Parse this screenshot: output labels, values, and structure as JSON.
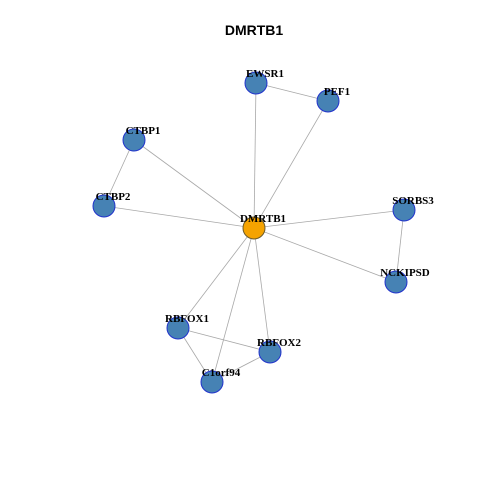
{
  "title": "DMRTB1",
  "colors": {
    "hub_fill": "#f5a300",
    "node_fill": "#4682b4",
    "edge": "#a8a8a8"
  },
  "nodes": [
    {
      "id": "DMRTB1",
      "label": "DMRTB1",
      "hub": true
    },
    {
      "id": "EWSR1",
      "label": "EWSR1"
    },
    {
      "id": "PEF1",
      "label": "PEF1"
    },
    {
      "id": "CTBP1",
      "label": "CTBP1"
    },
    {
      "id": "CTBP2",
      "label": "CTBP2"
    },
    {
      "id": "SORBS3",
      "label": "SORBS3"
    },
    {
      "id": "NCKIPSD",
      "label": "NCKIPSD"
    },
    {
      "id": "RBFOX1",
      "label": "RBFOX1"
    },
    {
      "id": "RBFOX2",
      "label": "RBFOX2"
    },
    {
      "id": "C1orf94",
      "label": "C1orf94"
    }
  ],
  "edges": [
    [
      "DMRTB1",
      "EWSR1"
    ],
    [
      "DMRTB1",
      "PEF1"
    ],
    [
      "DMRTB1",
      "CTBP1"
    ],
    [
      "DMRTB1",
      "CTBP2"
    ],
    [
      "DMRTB1",
      "SORBS3"
    ],
    [
      "DMRTB1",
      "NCKIPSD"
    ],
    [
      "DMRTB1",
      "RBFOX1"
    ],
    [
      "DMRTB1",
      "RBFOX2"
    ],
    [
      "DMRTB1",
      "C1orf94"
    ],
    [
      "EWSR1",
      "PEF1"
    ],
    [
      "CTBP1",
      "CTBP2"
    ],
    [
      "SORBS3",
      "NCKIPSD"
    ],
    [
      "RBFOX1",
      "RBFOX2"
    ],
    [
      "RBFOX1",
      "C1orf94"
    ],
    [
      "RBFOX2",
      "C1orf94"
    ]
  ]
}
